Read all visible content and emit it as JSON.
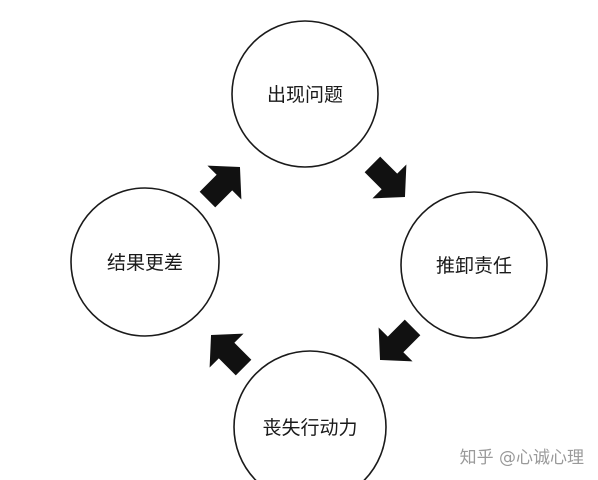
{
  "diagram": {
    "nodes": [
      {
        "id": "problem",
        "label": "出现问题"
      },
      {
        "id": "shift-blame",
        "label": "推卸责任"
      },
      {
        "id": "lose-action",
        "label": "丧失行动力"
      },
      {
        "id": "worse-result",
        "label": "结果更差"
      }
    ],
    "edges": [
      {
        "from": "problem",
        "to": "shift-blame"
      },
      {
        "from": "shift-blame",
        "to": "lose-action"
      },
      {
        "from": "lose-action",
        "to": "worse-result"
      },
      {
        "from": "worse-result",
        "to": "problem"
      }
    ],
    "colors": {
      "node_stroke": "#1a1a1a",
      "node_fill": "#ffffff",
      "arrow_fill": "#111111",
      "text": "#1a1a1a",
      "watermark": "#9a9a9a"
    }
  },
  "watermark": {
    "text": "知乎 @心诚心理"
  }
}
